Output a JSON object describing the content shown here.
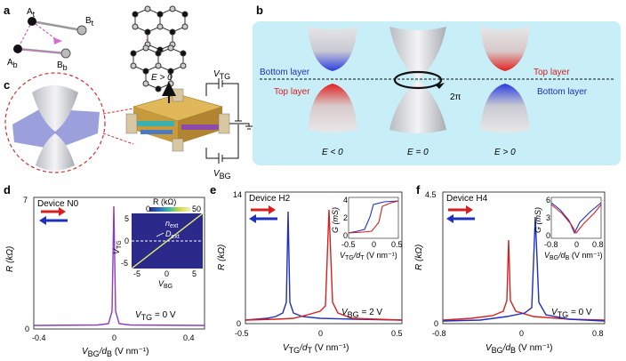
{
  "panels": {
    "a": {
      "letter": "a",
      "atoms": [
        "A",
        "B",
        "A",
        "B"
      ],
      "subs": [
        "t",
        "t",
        "b",
        "b"
      ]
    },
    "b": {
      "letter": "b",
      "bottom_layer_left": "Bottom layer",
      "top_layer_left": "Top layer",
      "top_layer_right": "Top layer",
      "bottom_layer_right": "Bottom layer",
      "winding": "2π",
      "labels": [
        "E < 0",
        "E = 0",
        "E > 0"
      ]
    },
    "c": {
      "letter": "c",
      "field": "E > 0",
      "vtg": "V",
      "vtg_sub": "TG",
      "vbg": "V",
      "vbg_sub": "BG"
    },
    "d": {
      "letter": "d",
      "device": "Device N0",
      "ylabel": "R (kΩ)",
      "yticks": [
        "7",
        "0"
      ],
      "xticks": [
        "-0.4",
        "0",
        "0.4"
      ],
      "xlabel_a": "V",
      "xlabel_a_sub": "BG",
      "xlabel_mid": "/d",
      "xlabel_mid_sub": "B",
      "xlabel_unit": " (V nm⁻¹)",
      "cond": "V",
      "cond_sub": "TG",
      "cond_val": " = 0 V",
      "inset": {
        "title": "R (kΩ)",
        "cbar": [
          "0",
          "50"
        ],
        "yticks": [
          "5",
          "0",
          "-5"
        ],
        "xticks": [
          "-5",
          "0",
          "5"
        ],
        "ylabel_a": "V",
        "ylabel_sub": "TG",
        "xlabel_a": "V",
        "xlabel_sub": "BG",
        "n_ext": "n",
        "n_ext_sub": "ext",
        "d_ext": "D",
        "d_ext_sub": "ext"
      }
    },
    "e": {
      "letter": "e",
      "device": "Device H2",
      "ylabel": "R (kΩ)",
      "yticks": [
        "14",
        "0"
      ],
      "xticks": [
        "-0.5",
        "0",
        "0.5"
      ],
      "xlabel_a": "V",
      "xlabel_a_sub": "TG",
      "xlabel_mid": "/d",
      "xlabel_mid_sub": "T",
      "xlabel_unit": " (V nm⁻¹)",
      "cond": "V",
      "cond_sub": "BG",
      "cond_val": " = 2 V",
      "inset": {
        "ylabel": "G (mS)",
        "yticks": [
          "4",
          "2",
          "0"
        ],
        "xticks": [
          "-0.5",
          "0",
          "0.5"
        ],
        "xlabel_a": "V",
        "xlabel_sub": "TG",
        "xlabel_mid": "/d",
        "xlabel_mid_sub": "T",
        "xlabel_unit": " (V nm⁻¹)"
      }
    },
    "f": {
      "letter": "f",
      "device": "Device H4",
      "ylabel": "R (kΩ)",
      "yticks": [
        "4.5",
        "0"
      ],
      "xticks": [
        "-0.8",
        "0",
        "0.8"
      ],
      "xlabel_a": "V",
      "xlabel_a_sub": "BG",
      "xlabel_mid": "/d",
      "xlabel_mid_sub": "B",
      "xlabel_unit": " (V nm⁻¹)",
      "cond": "V",
      "cond_sub": "TG",
      "cond_val": " = 0 V",
      "inset": {
        "ylabel": "G (mS)",
        "yticks": [
          "6",
          "3",
          "0"
        ],
        "xticks": [
          "-0.8",
          "0",
          "0.8"
        ],
        "xlabel_a": "V",
        "xlabel_sub": "BG",
        "xlabel_mid": "/d",
        "xlabel_mid_sub": "B",
        "xlabel_unit": " (V nm⁻¹)"
      }
    }
  },
  "colors": {
    "red": "#d62020",
    "blue": "#1f2fbf",
    "purple": "#8a3cc0",
    "panel_b_bg": "#c8eef8"
  }
}
